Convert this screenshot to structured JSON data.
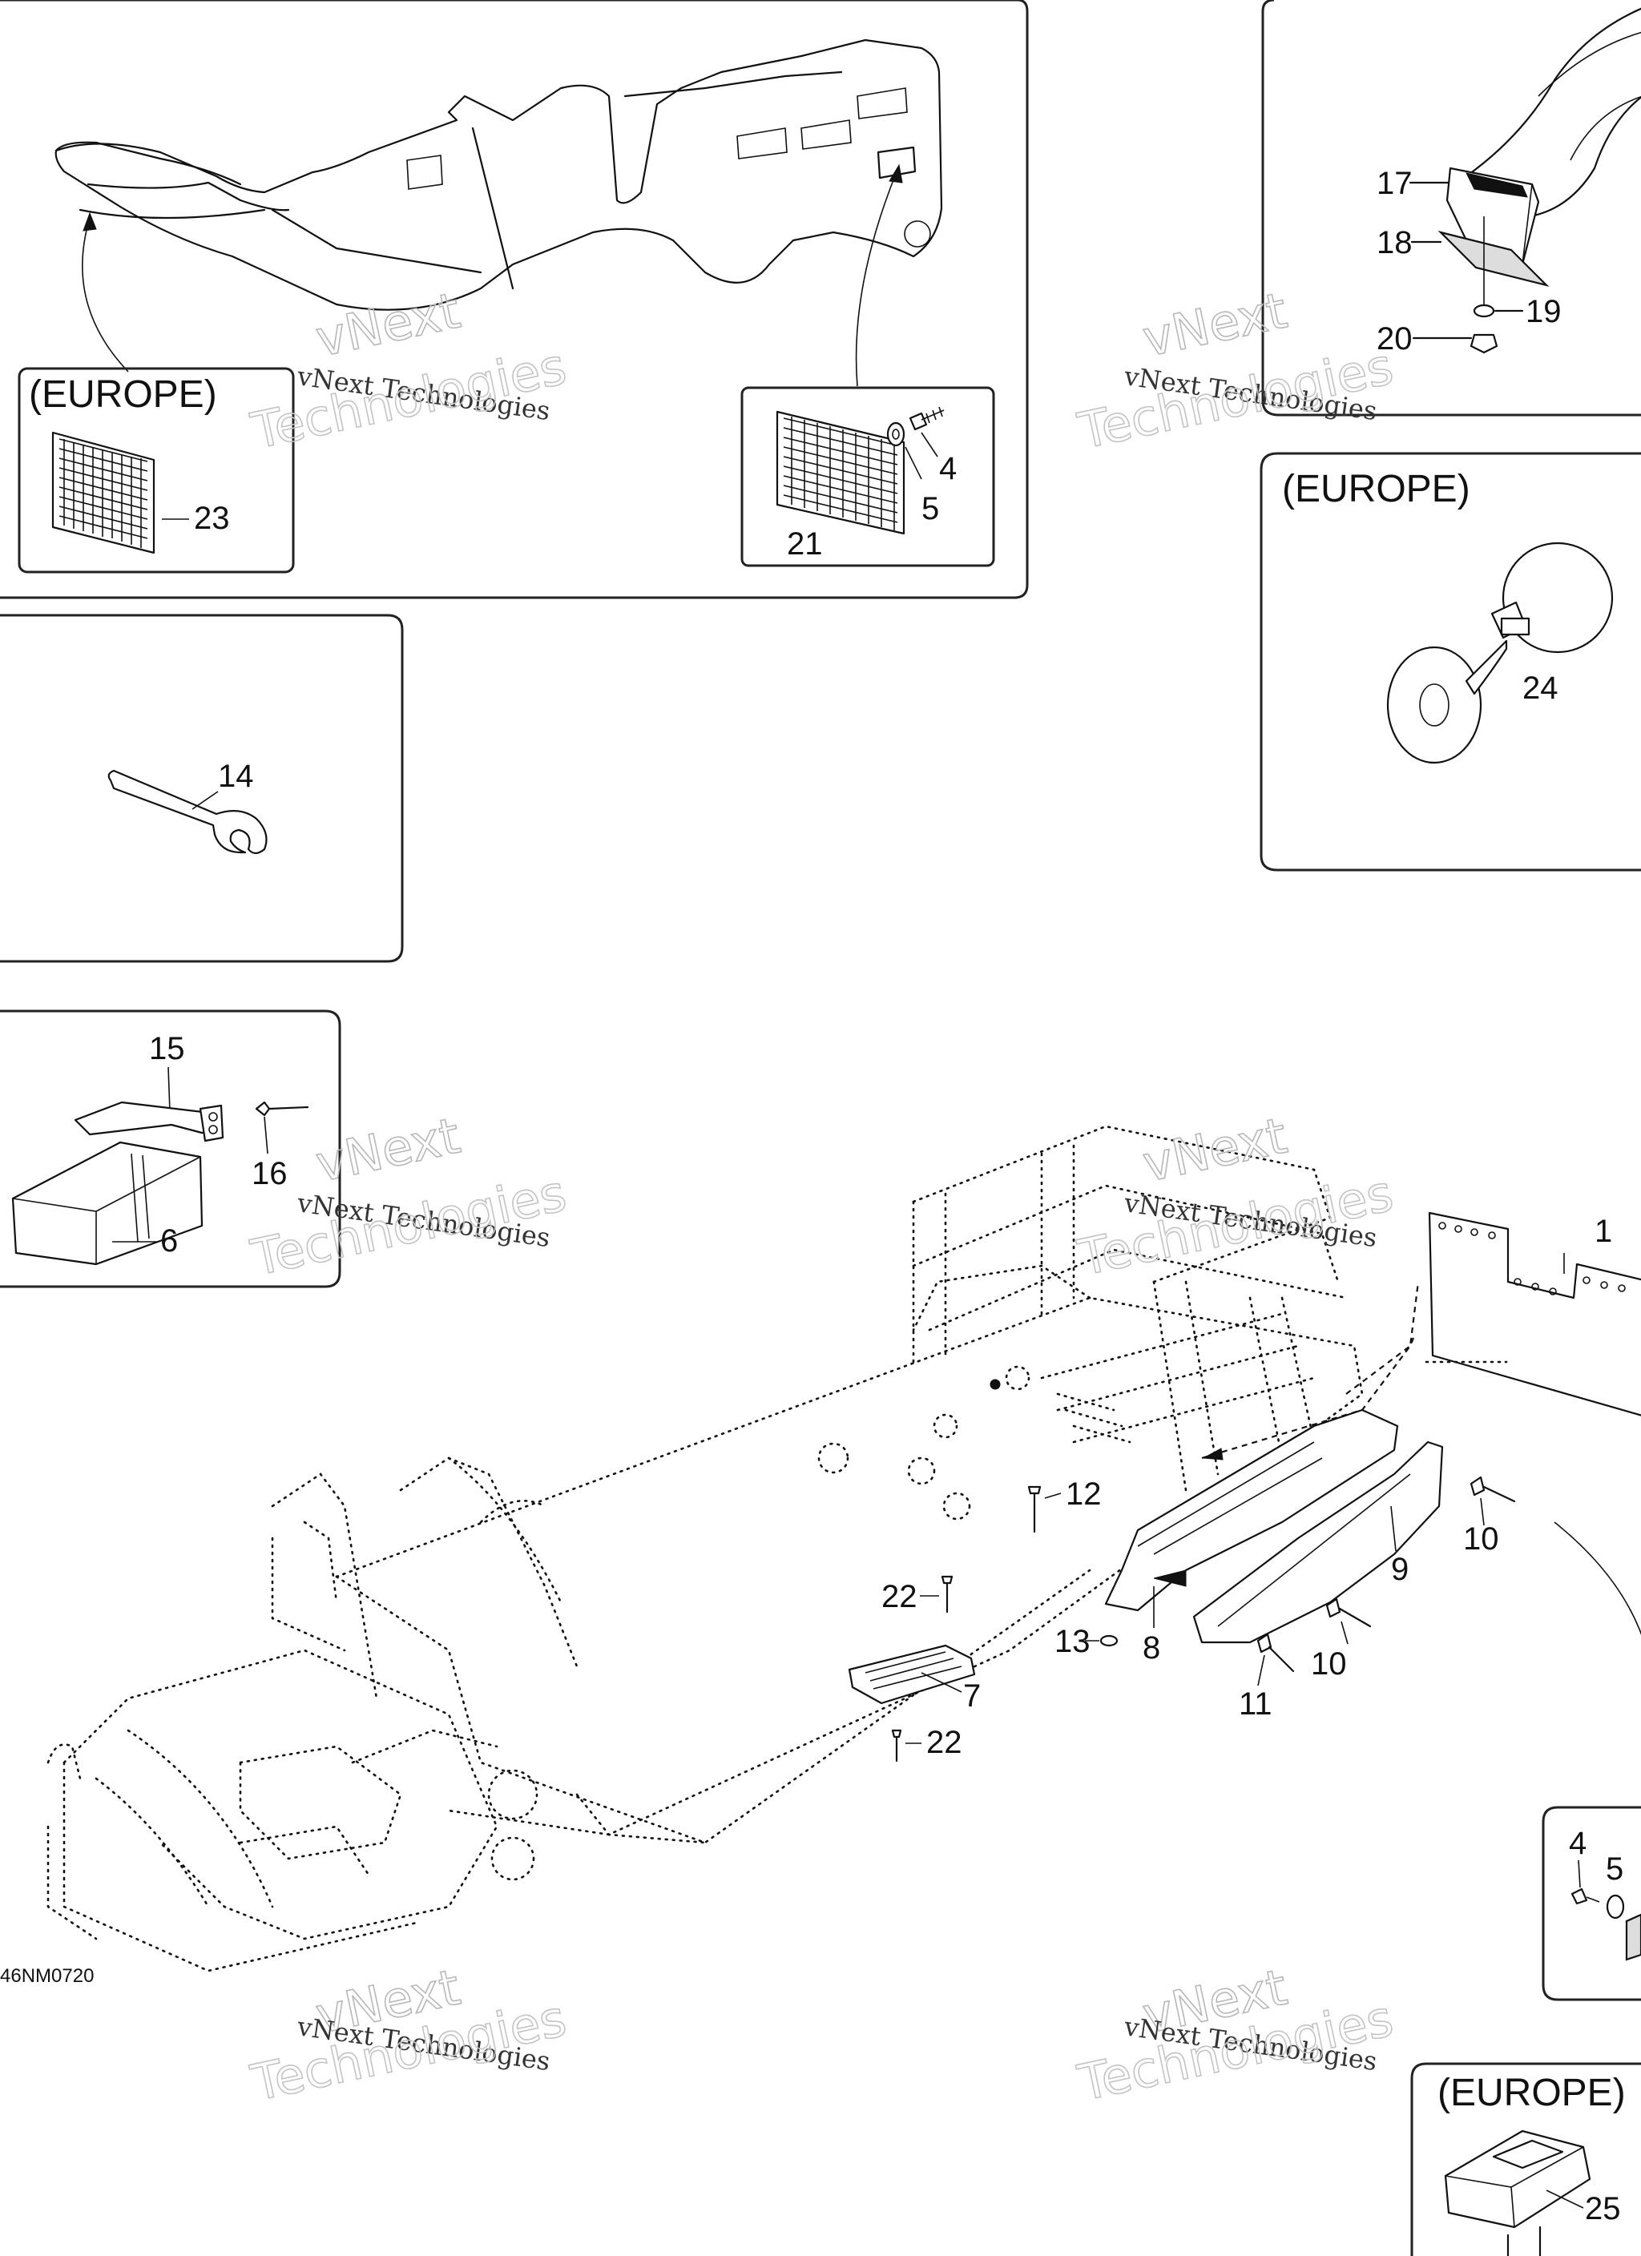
{
  "region_label": "(EUROPE)",
  "drawing_ref": "46NM0720",
  "watermark": {
    "top": "vNext",
    "middle": "vNext Technologies",
    "bottom": "Technologies"
  },
  "callouts": {
    "c1": "1",
    "c4a": "4",
    "c4b": "4",
    "c5a": "5",
    "c5b": "5",
    "c6": "6",
    "c7": "7",
    "c8": "8",
    "c9": "9",
    "c10a": "10",
    "c10b": "10",
    "c11": "11",
    "c12": "12",
    "c13": "13",
    "c14": "14",
    "c15": "15",
    "c16": "16",
    "c17": "17",
    "c18": "18",
    "c19": "19",
    "c20": "20",
    "c21": "21",
    "c22a": "22",
    "c22b": "22",
    "c23": "23",
    "c24": "24",
    "c25": "25"
  }
}
